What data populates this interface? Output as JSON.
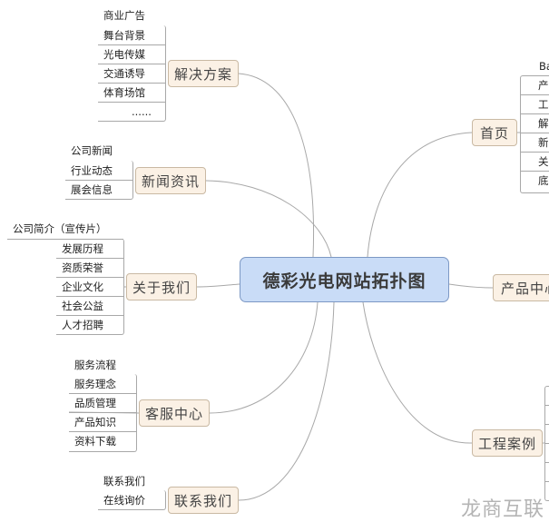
{
  "center": {
    "title": "德彩光电网站拓扑图"
  },
  "branches": {
    "solutions": {
      "label": "解决方案",
      "items": [
        "商业广告",
        "舞台背景",
        "光电传媒",
        "交通诱导",
        "体育场馆",
        "......"
      ]
    },
    "news": {
      "label": "新闻资讯",
      "items": [
        "公司新闻",
        "行业动态",
        "展会信息"
      ]
    },
    "about": {
      "label": "关于我们",
      "items": [
        "公司简介（宣传片）",
        "发展历程",
        "资质荣誉",
        "企业文化",
        "社会公益",
        "人才招聘"
      ]
    },
    "service": {
      "label": "客服中心",
      "items": [
        "服务流程",
        "服务理念",
        "品质管理",
        "产品知识",
        "资料下载"
      ]
    },
    "contact": {
      "label": "联系我们",
      "items": [
        "联系我们",
        "在线询价"
      ]
    },
    "home": {
      "label": "首页",
      "items": [
        "Banner",
        "产品中心",
        "工程案例",
        "解决方案",
        "新闻资讯",
        "关于我们",
        "底部信息"
      ]
    },
    "products": {
      "label": "产品中心"
    },
    "cases": {
      "label": "工程案例"
    }
  },
  "watermark": "龙商互联",
  "colors": {
    "node_bg": "#fbf1e5",
    "center_bg": "#c9dcf7",
    "line": "#a8a8a8"
  }
}
